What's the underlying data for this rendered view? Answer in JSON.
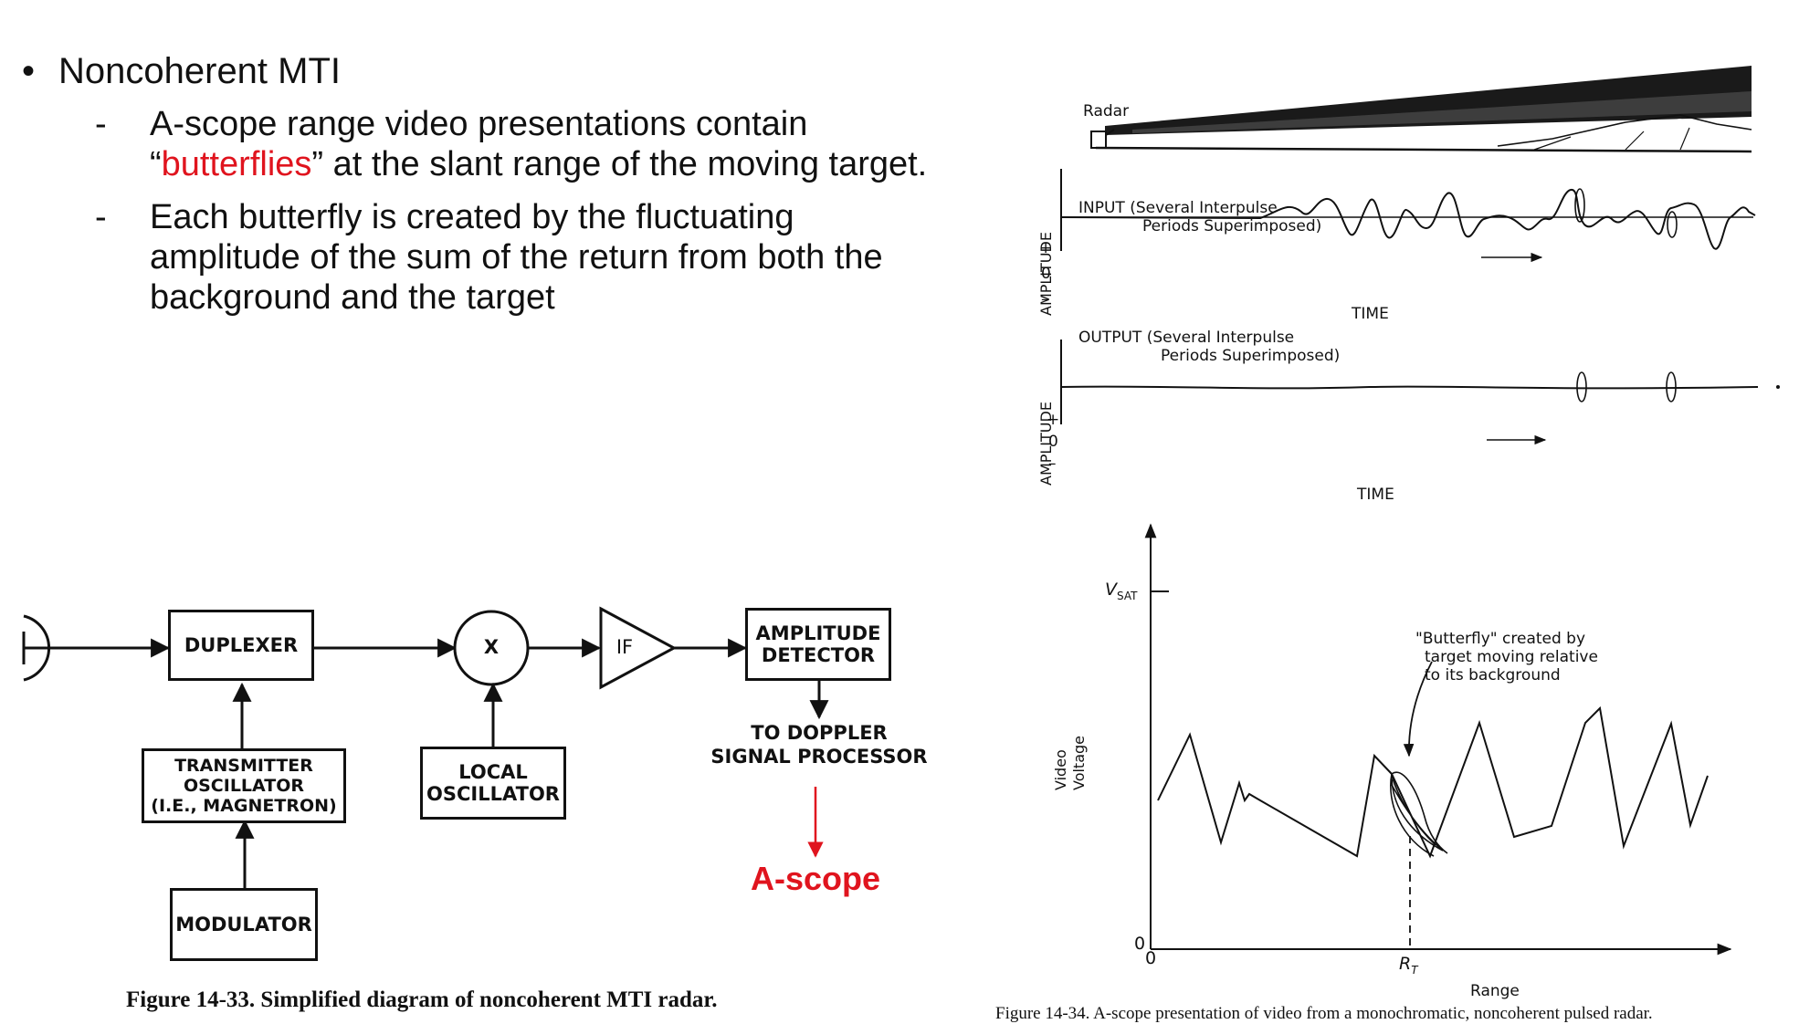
{
  "bullets": {
    "main": "Noncoherent MTI",
    "sub1_before": "A-scope range video presentations contain “",
    "sub1_highlight": "butterflies",
    "sub1_after": "” at the slant range of the moving target.",
    "sub2": "Each butterfly is created by the fluctuating amplitude of the sum of the return from both the background and the target"
  },
  "block_diagram": {
    "duplexer": "DUPLEXER",
    "mixer": "X",
    "if_amp": "IF",
    "amp_detector_line1": "AMPLITUDE",
    "amp_detector_line2": "DETECTOR",
    "transmitter_line1": "TRANSMITTER",
    "transmitter_line2": "OSCILLATOR",
    "transmitter_line3": "(I.E., MAGNETRON)",
    "local_osc_line1": "LOCAL",
    "local_osc_line2": "OSCILLATOR",
    "modulator": "MODULATOR",
    "doppler_line1": "TO DOPPLER",
    "doppler_line2": "SIGNAL PROCESSOR",
    "ascope": "A-scope",
    "caption": "Figure 14-33.  Simplified diagram of noncoherent MTI radar."
  },
  "right_figure": {
    "radar_label": "Radar",
    "input_title_line1": "INPUT (Several Interpulse",
    "input_title_line2": "Periods Superimposed)",
    "output_title_line1": "OUTPUT (Several Interpulse",
    "output_title_line2": "Periods Superimposed)",
    "amplitude_axis": "AMPLITUDE",
    "plus": "+",
    "zero": "0",
    "minus": "–",
    "time_label": "TIME",
    "vsat": "V",
    "vsat_sub": "SAT",
    "video_voltage_line1": "Video",
    "video_voltage_line2": "Voltage",
    "origin_y": "0",
    "origin_x": "0",
    "butterfly_note_line1": "\"Butterfly\" created by",
    "butterfly_note_line2": "target moving relative",
    "butterfly_note_line3": "to its background",
    "rt": "R",
    "rt_sub": "T",
    "range_label": "Range",
    "caption": "Figure 14-34.  A-scope presentation of video from a monochromatic, noncoherent pulsed radar."
  },
  "colors": {
    "highlight": "#e0141e",
    "ink": "#111111"
  }
}
